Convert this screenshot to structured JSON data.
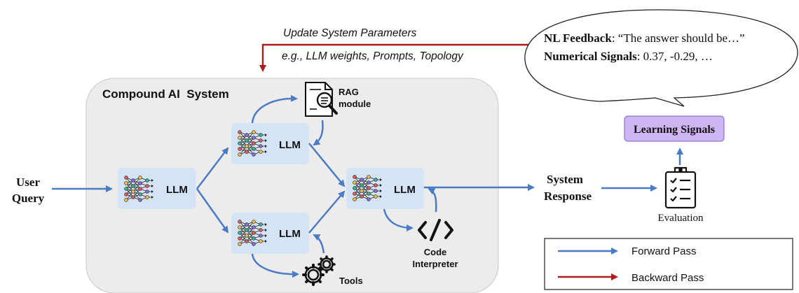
{
  "backward": {
    "line1": "Update System Parameters",
    "line2": "e.g., LLM weights, Prompts, Topology"
  },
  "feedback": {
    "nl_label": "NL Feedback",
    "nl_value": ": “The answer should be…”",
    "num_label": "Numerical Signals",
    "num_value": ": 0.37, -0.29, …"
  },
  "learning_signals": "Learning Signals",
  "system": {
    "title": "Compound AI  System",
    "llm_label": "LLM",
    "rag_line1": "RAG",
    "rag_line2": "module",
    "tools": "Tools",
    "code_line1": "Code",
    "code_line2": "Interpreter"
  },
  "user_query": {
    "line1": "User",
    "line2": "Query"
  },
  "system_response": {
    "line1": "System",
    "line2": "Response"
  },
  "evaluation": "Evaluation",
  "legend": {
    "forward": "Forward Pass",
    "backward": "Backward Pass"
  },
  "colors": {
    "forward": "#4a7bc4",
    "backward": "#b01c1c",
    "llm_box": "#d5e3f7",
    "system_bg": "#ececec",
    "learning_box": "#cdb6f2"
  }
}
